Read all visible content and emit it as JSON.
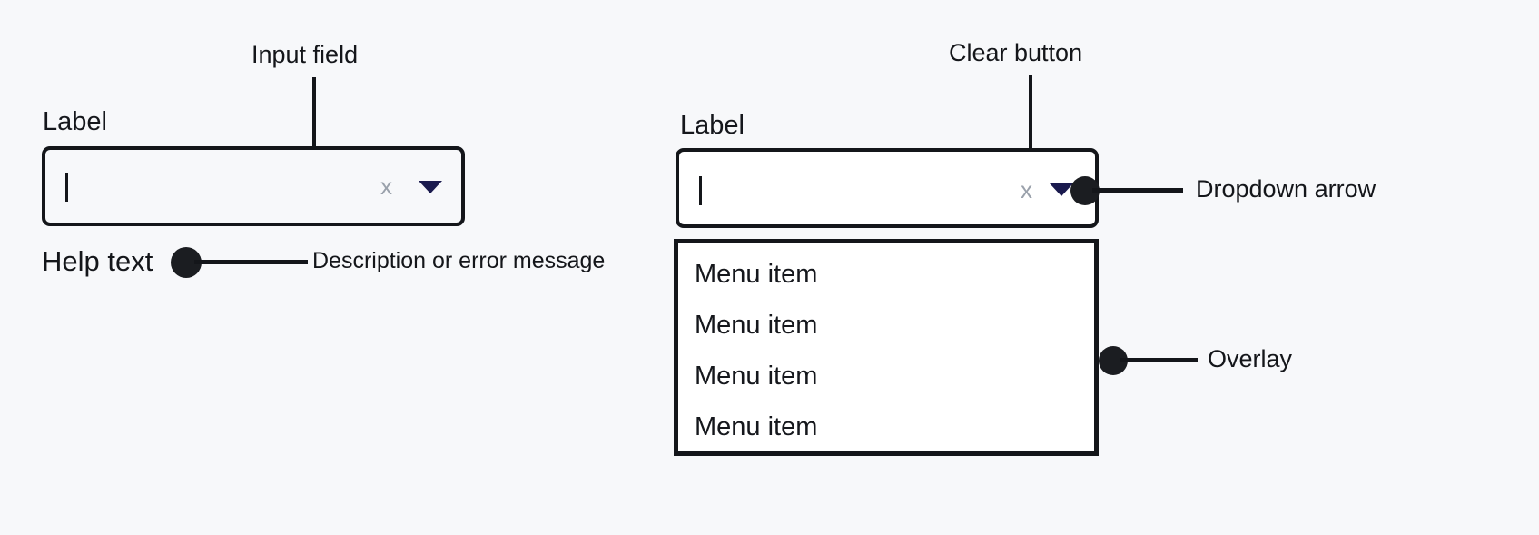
{
  "page": {
    "background": "#f7f8fa",
    "ink": "#14161a",
    "accent": "#1a1a4e",
    "muted": "#9aa1ab"
  },
  "annotations": {
    "input_field": "Input field",
    "clear_button": "Clear button",
    "dropdown_arrow": "Dropdown arrow",
    "overlay": "Overlay",
    "description": "Description or error message"
  },
  "left_field": {
    "label": "Label",
    "value": "",
    "help_text": "Help text",
    "clear_icon": "x",
    "dropdown_icon": "chevron-down"
  },
  "right_field": {
    "label": "Label",
    "value": "",
    "clear_icon": "x",
    "dropdown_icon": "chevron-down",
    "menu": {
      "items": [
        {
          "label": "Menu item"
        },
        {
          "label": "Menu item"
        },
        {
          "label": "Menu item"
        },
        {
          "label": "Menu item"
        }
      ]
    }
  }
}
